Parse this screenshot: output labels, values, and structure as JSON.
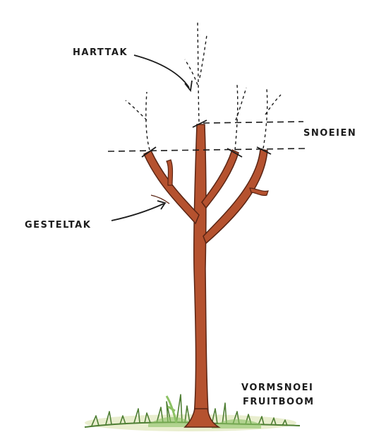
{
  "labels": {
    "central_leader": "HARTTAK",
    "pruning": "SNOEIEN",
    "scaffold_branch": "GESTELTAK",
    "caption_line1": "VORMSNOEI",
    "caption_line2": "FRUITBOOM"
  },
  "colors": {
    "bark": "#b5522f",
    "bark_outline": "#5a2514",
    "ink": "#1c1c1c",
    "grass": "#8cc264",
    "grass_dark": "#4f7f34",
    "ground": "#e9eecf"
  }
}
